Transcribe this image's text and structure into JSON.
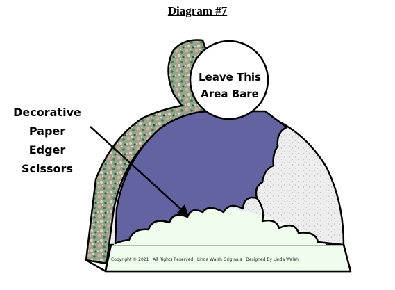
{
  "title": "Diagram #7",
  "callout": {
    "line1": "Decorative",
    "line2": "Paper Edger",
    "line3": "Scissors"
  },
  "bare_area": {
    "line1": "Leave This",
    "line2": "Area Bare"
  },
  "copyright": "Copyright © 2021 · All Rights Reserved · Linda Walsh Originals · Designed By Linda Walsh",
  "colors": {
    "purple_panel": "#6363a2",
    "pale_green": "#eefdec",
    "white_textured": "#ececec",
    "floral_rose": "#e7a3a0",
    "floral_green": "#6d8f6d",
    "outline": "#000000"
  }
}
